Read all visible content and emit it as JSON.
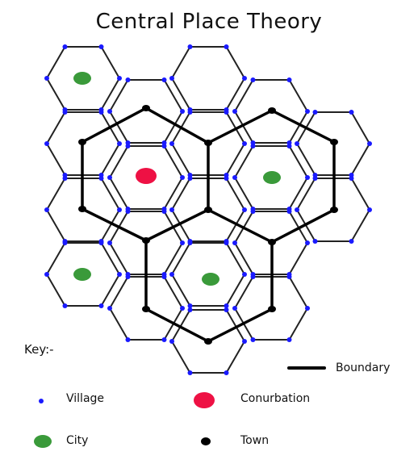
{
  "title": "Central Place Theory",
  "colors": {
    "hex_line": "#222222",
    "boundary": "#000000",
    "village": "#1a1aff",
    "city": "#3a9a3a",
    "conurbation": "#ee1144",
    "town": "#000000"
  },
  "key": {
    "heading": "Key:-",
    "boundary": "Boundary",
    "village": "Village",
    "conurbation": "Conurbation",
    "city": "City",
    "town": "Town"
  }
}
